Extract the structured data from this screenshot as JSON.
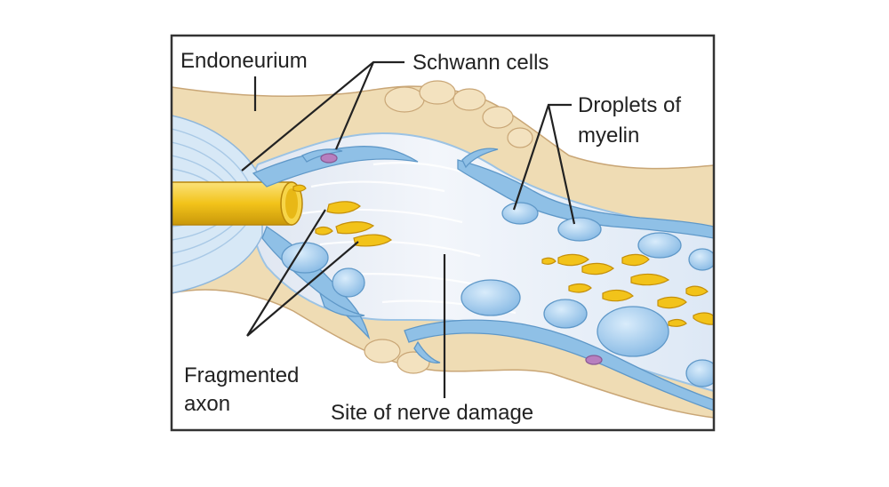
{
  "labels": {
    "endoneurium": "Endoneurium",
    "schwann_cells": "Schwann cells",
    "droplets_line1": "Droplets of",
    "droplets_line2": "myelin",
    "fragmented_line1": "Fragmented",
    "fragmented_line2": "axon",
    "site": "Site of nerve damage"
  },
  "colors": {
    "tissue": "#efdcb4",
    "tissue_shadow": "#d6b98a",
    "nerve_interior": "#e4ebf4",
    "schwann": "#8fc0e6",
    "droplet": "#a8cff0",
    "axon": "#f2c31a",
    "frame": "#333333"
  }
}
